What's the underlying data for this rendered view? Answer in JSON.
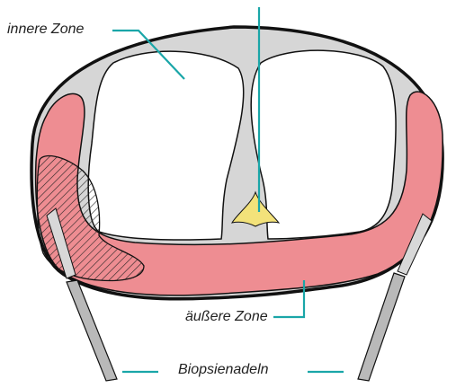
{
  "labels": {
    "inner_zone": "innere Zone",
    "outer_zone": "äußere Zone",
    "biopsy_needles": "Biopsienadeln"
  },
  "colors": {
    "outline": "#111111",
    "gland_fill": "#d6d6d6",
    "outer_zone_fill": "#ee8d92",
    "leader_lines": "#1aa6a8",
    "needle_fill": "#b9b9b9",
    "urethra_fill": "#f3e27a",
    "lesion_hatch": "#222222"
  }
}
